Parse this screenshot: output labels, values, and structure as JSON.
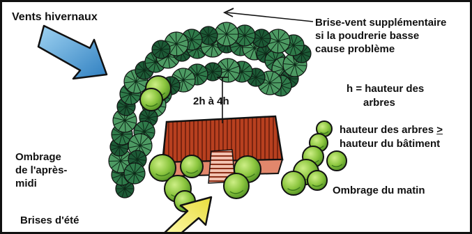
{
  "labels": {
    "winter_winds": "Vents hivernaux",
    "extra_windbreak": [
      "Brise-vent supplémentaire",
      "si la poudrerie basse",
      "cause problème"
    ],
    "h_definition": [
      "h = hauteur des",
      "arbres"
    ],
    "tree_height_rule": {
      "line1_prefix": "hauteur des arbres ",
      "line1_symbol": ">",
      "line2": "hauteur du bâtiment"
    },
    "distance": "2h à 4h",
    "afternoon_shade": [
      "Ombrage",
      "de l'après-",
      "midi"
    ],
    "morning_shade": "Ombrage du matin",
    "summer_breezes": "Brises d'été"
  },
  "colors": {
    "conifer_dark": "#1d5a36",
    "conifer_mid": "#2f7a4a",
    "conifer_light": "#4d9a63",
    "deciduous": "#8cc63f",
    "deciduous_light": "#b6e26a",
    "roof": "#b8401f",
    "roof_dark": "#6e1f0e",
    "wall": "#e2876c",
    "winter_arrow": "#3f9ad6",
    "summer_arrow": "#f3ec6a",
    "outline": "#111111"
  },
  "icons": {
    "winter_wind_arrow": "wind-arrow-icon",
    "summer_breeze_arrow": "breeze-arrow-icon",
    "windbreak_pointer": "pointer-arrow-icon",
    "house": "house-icon"
  }
}
